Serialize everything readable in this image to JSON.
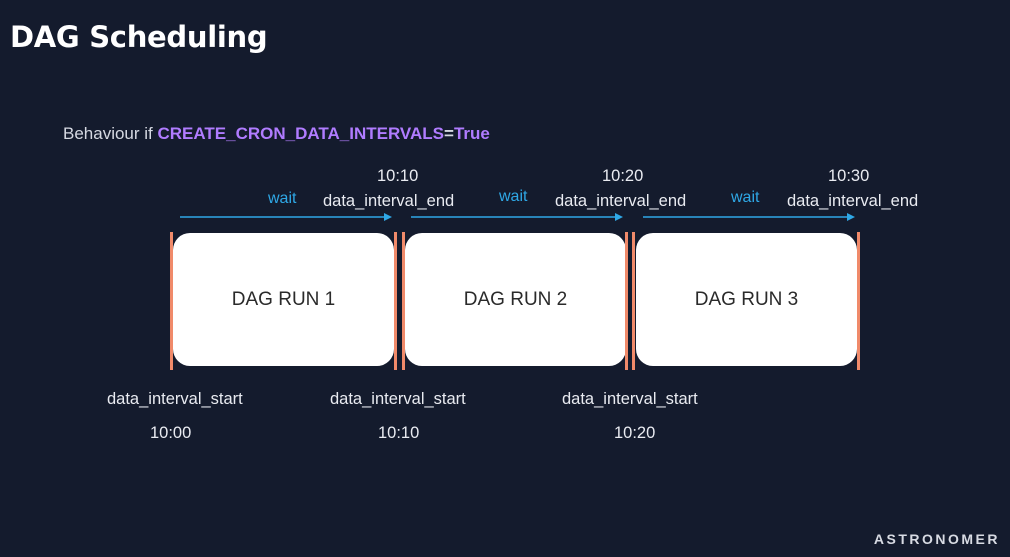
{
  "title": "DAG Scheduling",
  "behaviour": {
    "prefix": "Behaviour if ",
    "keyword": "CREATE_CRON_DATA_INTERVALS",
    "equals": "=",
    "value": "True"
  },
  "runs": [
    {
      "label": "DAG RUN 1",
      "wait": "wait",
      "end_time": "10:10",
      "end_label": "data_interval_end",
      "start_label": "data_interval_start",
      "start_time": "10:00"
    },
    {
      "label": "DAG RUN 2",
      "wait": "wait",
      "end_time": "10:20",
      "end_label": "data_interval_end",
      "start_label": "data_interval_start",
      "start_time": "10:10"
    },
    {
      "label": "DAG RUN 3",
      "wait": "wait",
      "end_time": "10:30",
      "end_label": "data_interval_end",
      "start_label": "data_interval_start",
      "start_time": "10:20"
    }
  ],
  "brand": "ASTRONOMER",
  "colors": {
    "background": "#141b2d",
    "keyword": "#b07cff",
    "wait": "#2fa8e6",
    "boundary": "#f08a6a"
  }
}
